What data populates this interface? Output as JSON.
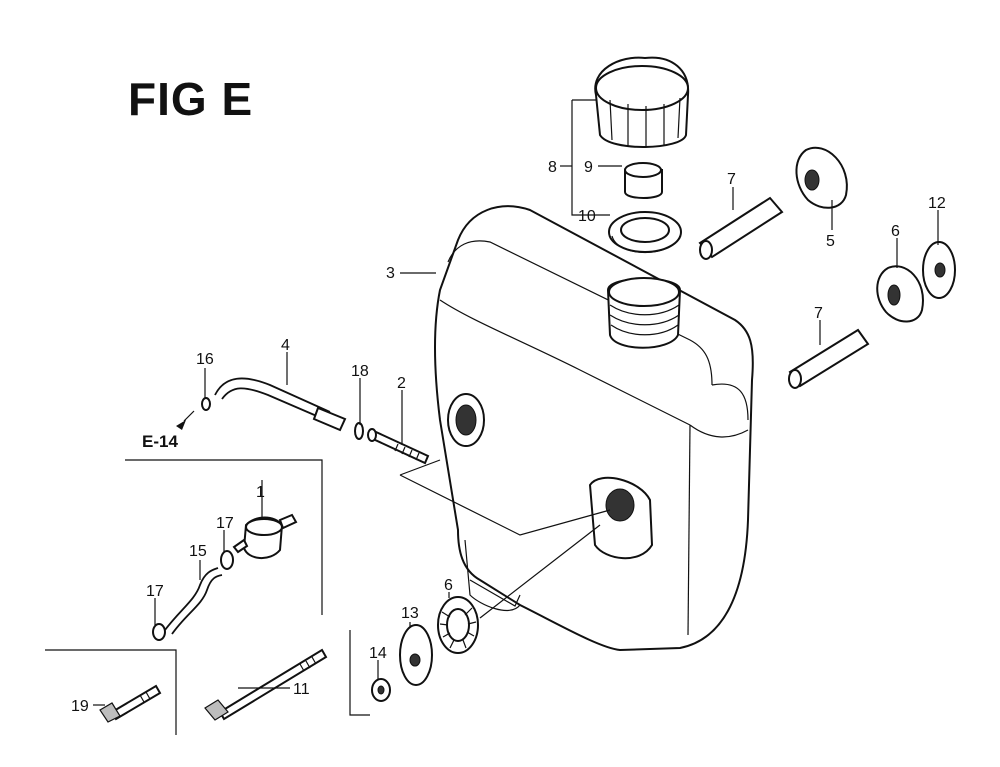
{
  "title": "FIG E",
  "reference": "E-14",
  "callouts": [
    "1",
    "2",
    "3",
    "4",
    "5",
    "6",
    "6",
    "7",
    "7",
    "8",
    "9",
    "10",
    "11",
    "12",
    "13",
    "14",
    "15",
    "16",
    "17",
    "17",
    "18",
    "19"
  ]
}
